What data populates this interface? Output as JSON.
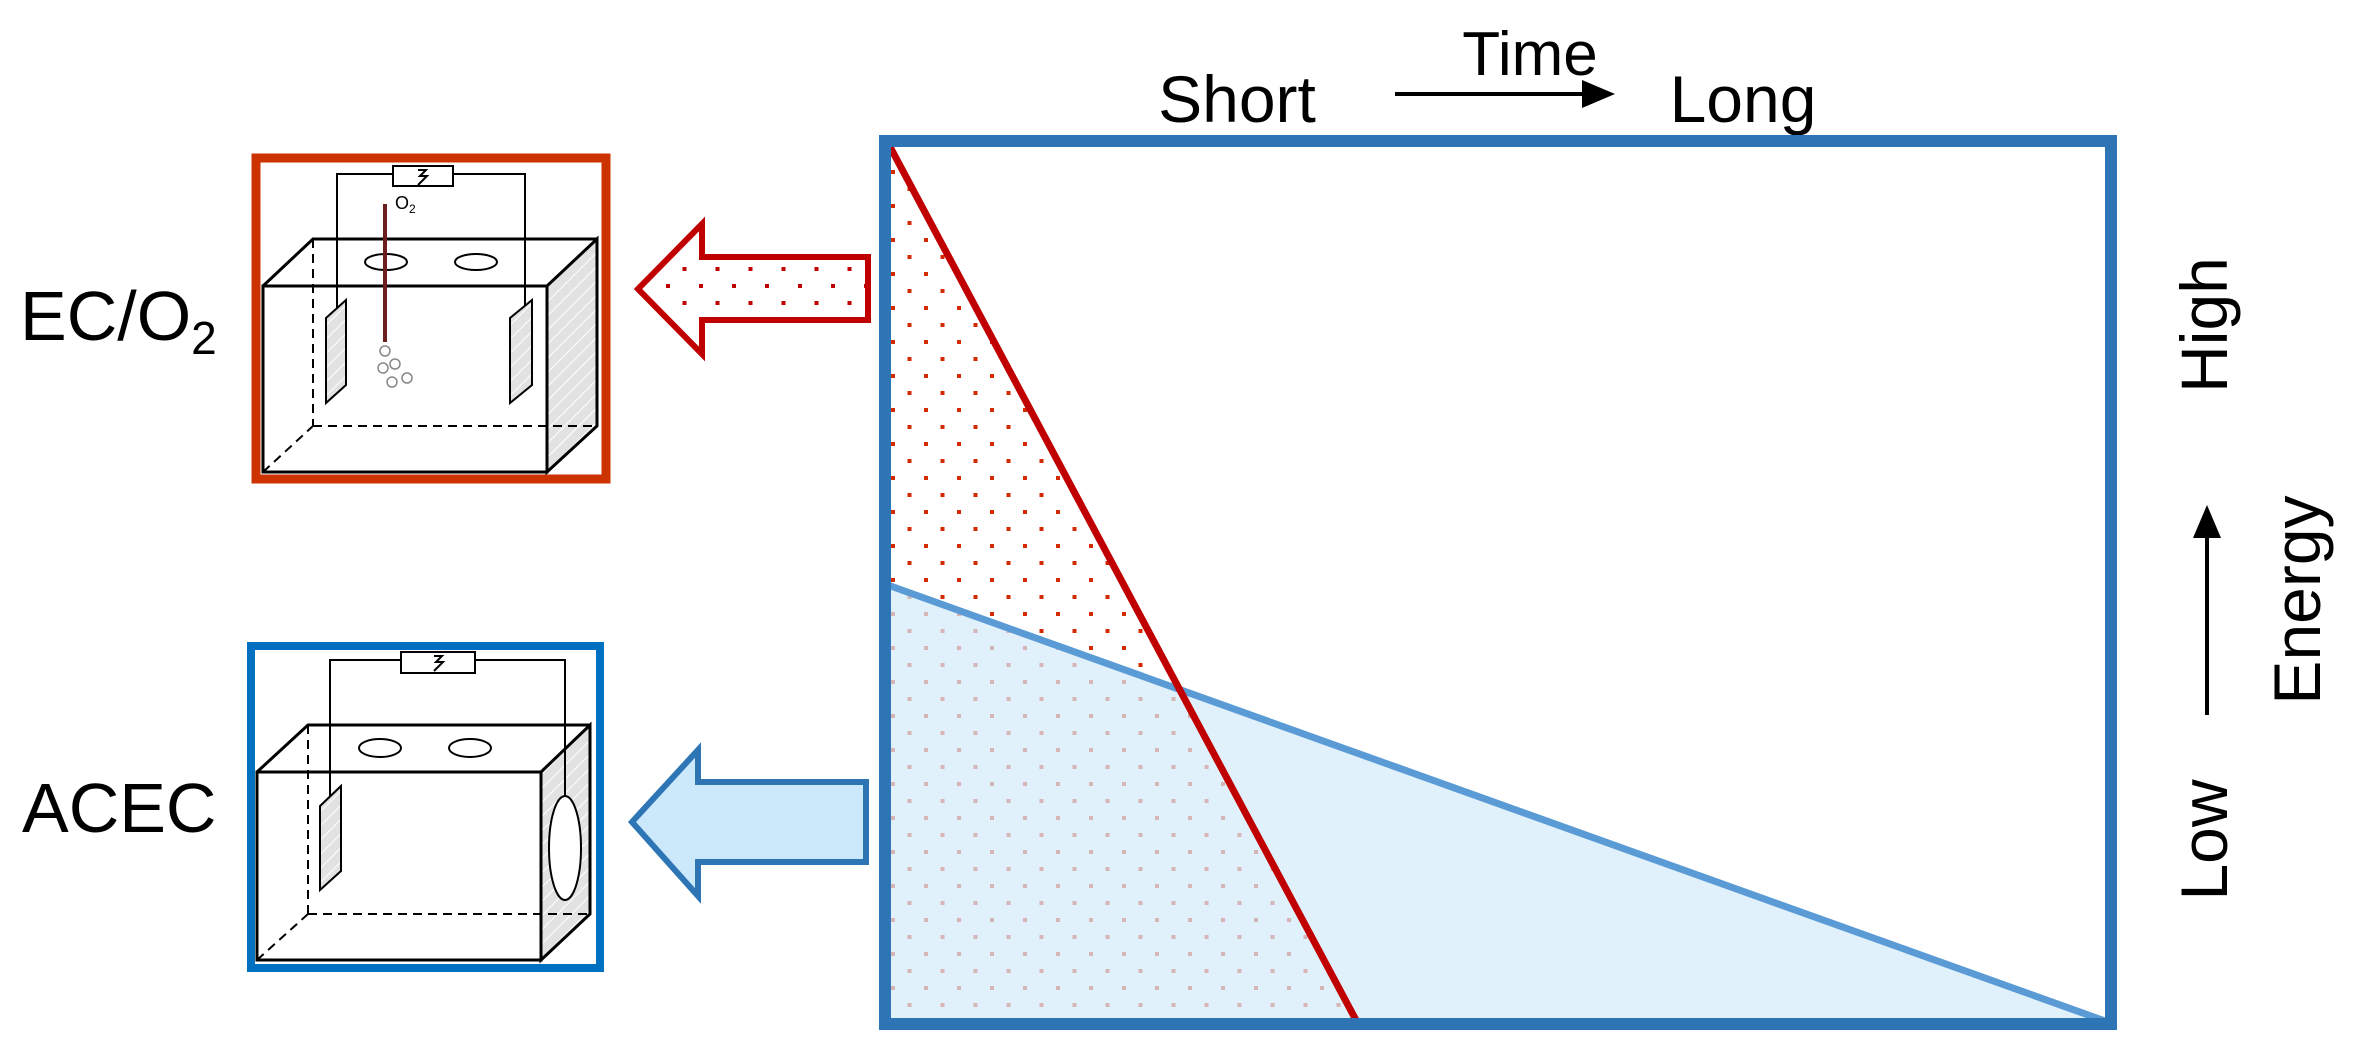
{
  "time_axis": {
    "title": "Time",
    "start": "Short",
    "end": "Long"
  },
  "energy_axis": {
    "title": "Energy",
    "start": "Low",
    "end": "High"
  },
  "cells": [
    {
      "label": "EC/O",
      "label_sub": "2",
      "gas": "O",
      "gas_sub": "2",
      "color": "#cc3300"
    },
    {
      "label": "ACEC",
      "color": "#0070c0"
    }
  ],
  "colors": {
    "frame": "#2e75b6",
    "ec_line": "#c00000",
    "acec_line": "#5b9bd5",
    "acec_fill": "#e3f3fd",
    "dots": "#cc2200"
  }
}
